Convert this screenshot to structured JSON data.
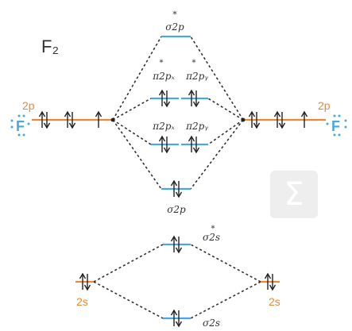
{
  "title": "F₂",
  "sigma_star_2p": "σ2p",
  "pi_star_2px": "π2pₓ",
  "pi_star_2py": "π2pᵧ",
  "pi_2px": "π2pₓ",
  "pi_2py": "π2pᵧ",
  "sigma_2p": "σ2p",
  "sigma_star_2s": "σ2s",
  "sigma_2s": "σ2s",
  "star": "*",
  "left_2p": "2p",
  "right_2p": "2p",
  "left_2s": "2s",
  "right_2s": "2s",
  "left_atom": "F",
  "right_atom": "F",
  "colors": {
    "blue": "#4aa8e0",
    "orange": "#e8893a",
    "dark": "#222222"
  }
}
